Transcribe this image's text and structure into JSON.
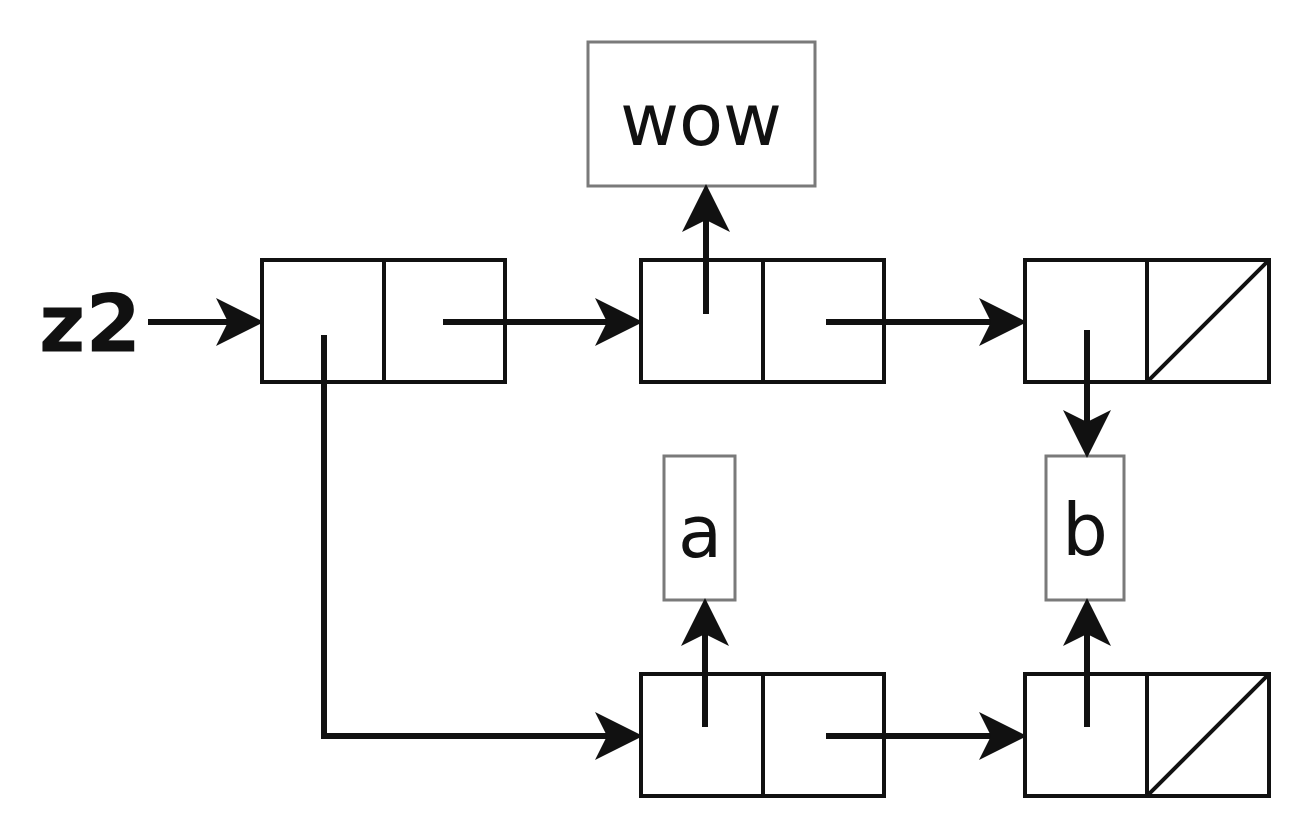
{
  "diagram": {
    "type": "box-and-pointer",
    "variable": {
      "name": "z2",
      "points_to": "pair-1"
    },
    "atoms": [
      {
        "id": "atom-wow",
        "label": "wow"
      },
      {
        "id": "atom-a",
        "label": "a"
      },
      {
        "id": "atom-b",
        "label": "b"
      }
    ],
    "pairs": [
      {
        "id": "pair-1",
        "car": "pair-4",
        "cdr": "pair-2"
      },
      {
        "id": "pair-2",
        "car": "atom-wow",
        "cdr": "pair-3"
      },
      {
        "id": "pair-3",
        "car": "atom-b",
        "cdr": null
      },
      {
        "id": "pair-4",
        "car": "atom-a",
        "cdr": "pair-5"
      },
      {
        "id": "pair-5",
        "car": "atom-b",
        "cdr": null
      }
    ],
    "colors": {
      "stroke": "#111111",
      "atom_border": "#7a7a7a",
      "background": "#ffffff"
    }
  }
}
